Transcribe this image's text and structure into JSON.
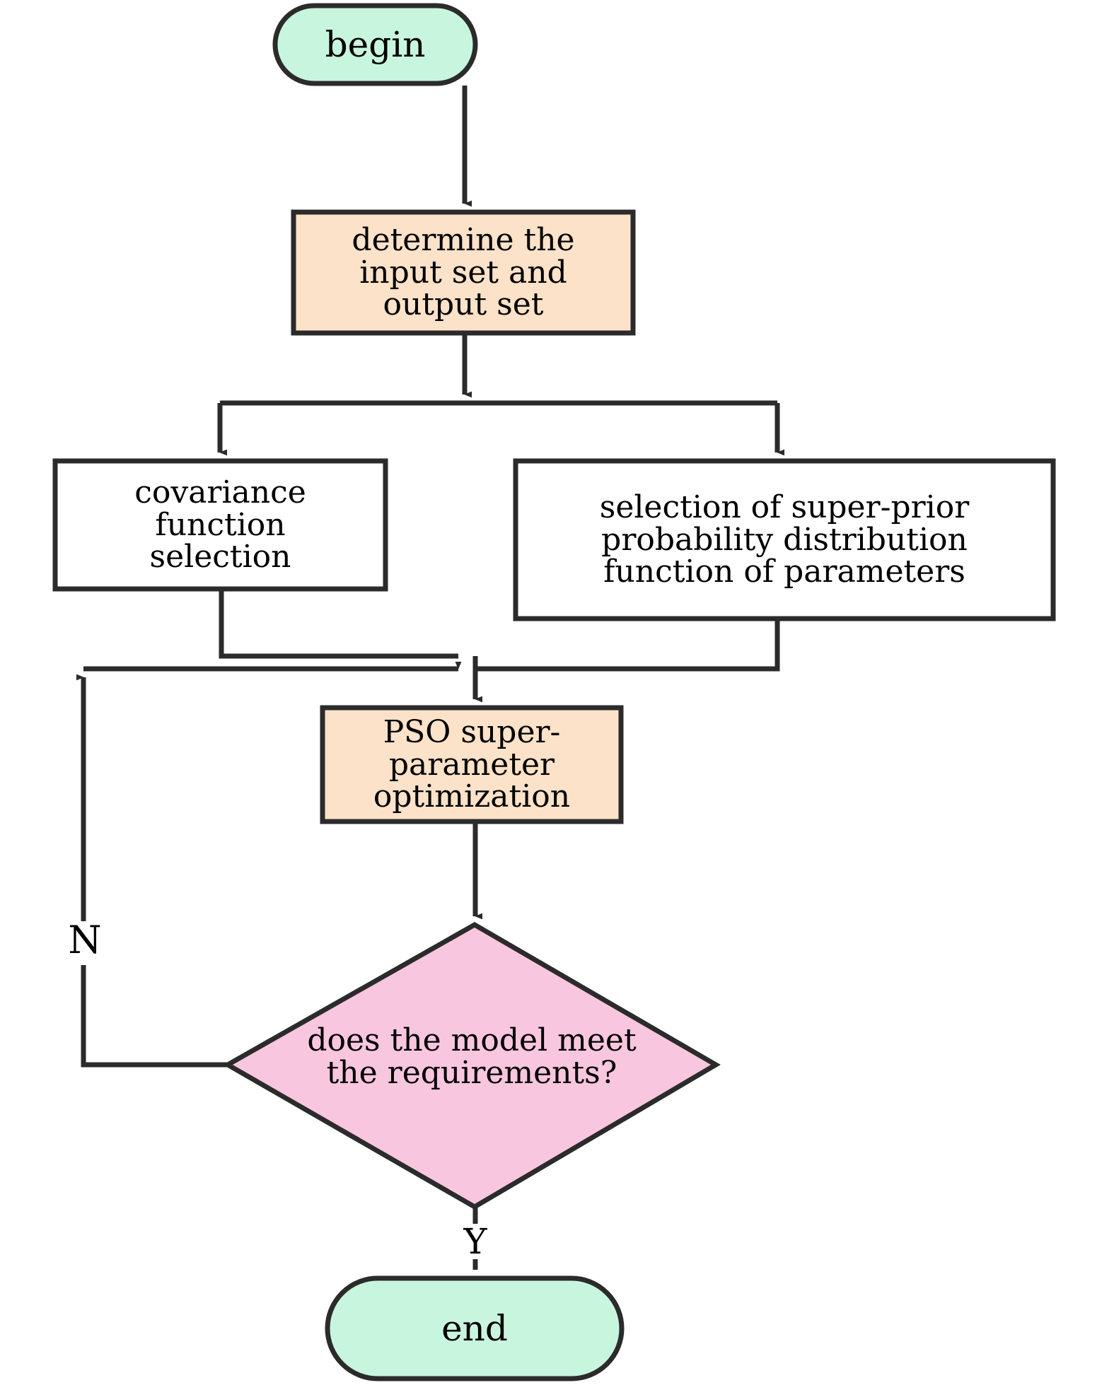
{
  "diagram": {
    "type": "flowchart",
    "title": "",
    "colors": {
      "terminal_fill": "#c8f5de",
      "process_fill": "#fbe2c8",
      "plain_fill": "#ffffff",
      "decision_fill": "#f9c6df",
      "stroke": "#2b2b2b",
      "text": "#000000",
      "background": "#ffffff"
    },
    "nodes": [
      {
        "id": "begin",
        "shape": "stadium",
        "label": "begin",
        "fill": "#c8f5de"
      },
      {
        "id": "determine",
        "shape": "rectangle",
        "label": "determine the\ninput set and\noutput set",
        "fill": "#fbe2c8"
      },
      {
        "id": "covariance",
        "shape": "rectangle",
        "label": "covariance\nfunction\nselection",
        "fill": "#ffffff"
      },
      {
        "id": "superprior",
        "shape": "rectangle",
        "label": "selection of super-prior\nprobability distribution\nfunction of parameters",
        "fill": "#ffffff"
      },
      {
        "id": "pso",
        "shape": "rectangle",
        "label": "PSO super-\nparameter\noptimization",
        "fill": "#fbe2c8"
      },
      {
        "id": "decision",
        "shape": "diamond",
        "label": "does the model meet\nthe requirements?",
        "fill": "#f9c6df"
      },
      {
        "id": "end",
        "shape": "stadium",
        "label": "end",
        "fill": "#c8f5de"
      }
    ],
    "edges": [
      {
        "from": "begin",
        "to": "determine",
        "label": ""
      },
      {
        "from": "determine",
        "to": "covariance",
        "label": ""
      },
      {
        "from": "determine",
        "to": "superprior",
        "label": ""
      },
      {
        "from": "covariance",
        "to": "pso",
        "label": ""
      },
      {
        "from": "superprior",
        "to": "pso",
        "label": ""
      },
      {
        "from": "pso",
        "to": "decision",
        "label": ""
      },
      {
        "from": "decision",
        "to": "pso",
        "label": "N"
      },
      {
        "from": "decision",
        "to": "end",
        "label": "Y"
      }
    ],
    "edge_labels": {
      "no": "N",
      "yes": "Y"
    }
  }
}
